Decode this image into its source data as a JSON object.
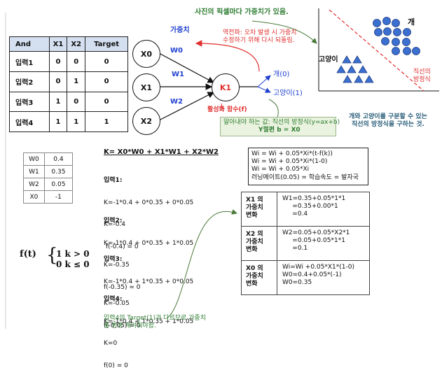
{
  "top_note": "사진의 픽셀마다 가중치가 있음.",
  "weight_label": "가중치",
  "feedback_note": {
    "line1": "역전파: 오차 발생 시 가중치",
    "line2": "수정하기 위해 다시 되돌림."
  },
  "activation_label": "활성화 함수(f)",
  "unknown_box": {
    "line1": "알아내야 하는 값: 직선의 방정식(y=ax+b)",
    "line2": "Y절편 b = X0"
  },
  "classify_note": {
    "line1": "개와 고양이를 구분할 수 있는",
    "line2": "직선의 방정식을 구하는 것."
  },
  "scatter": {
    "dog_label": "개",
    "cat_label": "고양이",
    "line_label1": "직선의",
    "line_label2": "방정식",
    "dog_color": "#3b6fd0",
    "cat_color": "#3b6fd0",
    "line_color": "#e03030"
  },
  "nodes": {
    "x0": "X0",
    "x1": "X1",
    "x2": "X2",
    "k1": "K1"
  },
  "edges": {
    "w0": "W0",
    "w1": "W1",
    "w2": "W2"
  },
  "outputs": {
    "dog": "개(0)",
    "cat": "고양이(1)"
  },
  "and_table": {
    "headers": [
      "And",
      "X1",
      "X2",
      "Target"
    ],
    "rows": [
      [
        "입력1",
        "0",
        "0",
        "0"
      ],
      [
        "입력2",
        "0",
        "1",
        "0"
      ],
      [
        "입력3",
        "1",
        "0",
        "0"
      ],
      [
        "입력4",
        "1",
        "1",
        "1"
      ]
    ]
  },
  "weights_table": [
    [
      "W0",
      "0.4"
    ],
    [
      "W1",
      "0.35"
    ],
    [
      "W2",
      "0.05"
    ],
    [
      "X0",
      "-1"
    ]
  ],
  "activation_def": {
    "f": "f(t)",
    "case1": "1 k > 0",
    "case2": "0 k ≤ 0"
  },
  "formula": "K= X0*W0 + X1*W1 + X2*W2",
  "calcs": [
    {
      "title": "입력1:",
      "lines": [
        "K=-1*0.4 + 0*0.35 + 0*0.05",
        "K=-0.4",
        " f(-0.4) = 0"
      ]
    },
    {
      "title": "입력2:",
      "lines": [
        "K=-1*0.4 + 0*0.35 + 1*0.05",
        "K=-0.35",
        "f(-0.35) = 0"
      ]
    },
    {
      "title": "입력3:",
      "lines": [
        "K=-1*0.4 + 1*0.35 + 0*0.05",
        "K=-0.05",
        "f(-0.05) = 0"
      ]
    },
    {
      "title": "입력4:",
      "lines": [
        "K=-1*0.4 + 1*0.35 + 1*0.05",
        "K=0",
        "f(0) = 0"
      ]
    }
  ],
  "calc_note": {
    "line1": "입력4의 Target(1)과 다르므로 가중치",
    "line2": "를 변경 해야줘야함."
  },
  "update_rule": {
    "lines": [
      "Wi = Wi + 0.05*Xi*(t-f(k))",
      "Wi = Wi + 0.05*Xi*(1-0)",
      "Wi = Wi + 0.05*Xi",
      "러닝메이트(0.05) = 학습속도 = 발자국"
    ]
  },
  "updates": [
    {
      "label": [
        "X1 의",
        "가중치",
        "변화"
      ],
      "body": "W1=0.35+0.05*1*1\n     =0.35+0.00*1\n     =0.4"
    },
    {
      "label": [
        "X2 의",
        "가중치",
        "변화"
      ],
      "body": "W2=0.05+0.05*X2*1\n     =0.05+0.05*1*1\n     =0.1"
    },
    {
      "label": [
        "X0 의",
        "가중치",
        "변화"
      ],
      "body": "Wi=Wi +0.05*X1*(1-0)\nW0=0.4+0.05*(-1)\nW0=0.35"
    }
  ]
}
